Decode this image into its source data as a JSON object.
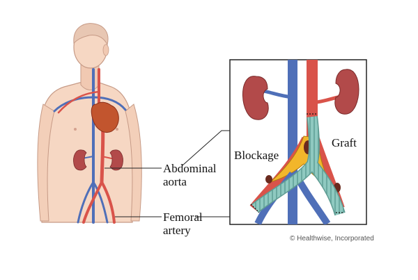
{
  "labels": {
    "abdominal_aorta_line1": "Abdominal",
    "abdominal_aorta_line2": "aorta",
    "femoral_artery_line1": "Femoral",
    "femoral_artery_line2": "artery",
    "blockage": "Blockage",
    "graft": "Graft"
  },
  "credit": "© Healthwise, Incorporated",
  "colors": {
    "skin": "#f6d7c3",
    "skin_outline": "#c69a86",
    "artery": "#d9534a",
    "vein": "#4f6fb8",
    "kidney": "#b24a4a",
    "heart": "#c2552e",
    "graft": "#8fc9c0",
    "blockage": "#f2b62b",
    "frame": "#222222"
  }
}
